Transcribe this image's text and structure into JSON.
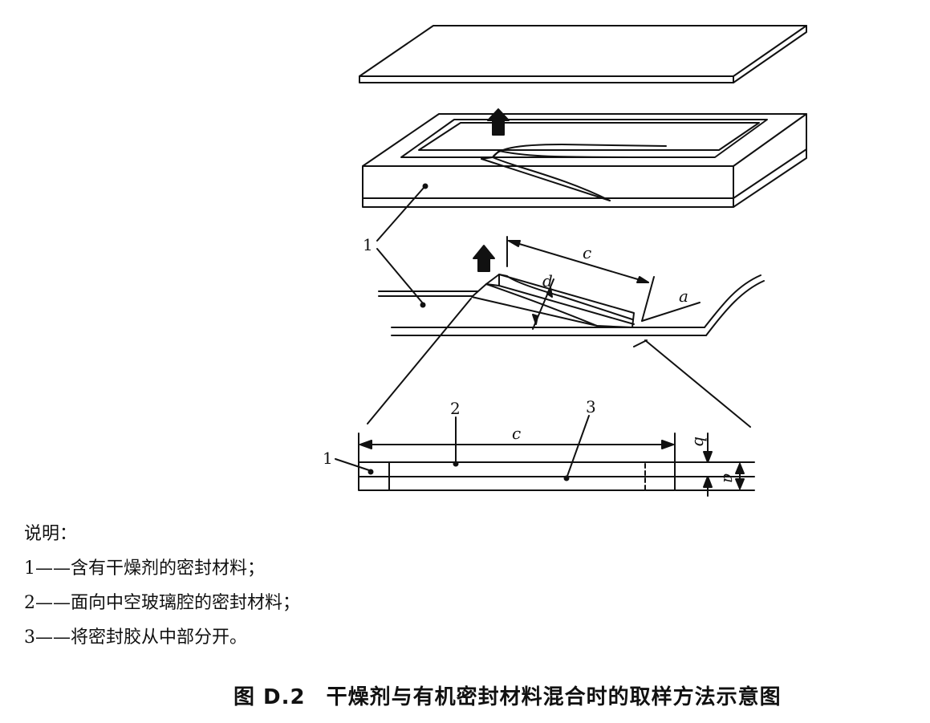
{
  "labels": {
    "one_a": "1",
    "one_b": "1",
    "two": "2",
    "three": "3",
    "c_top": "c",
    "c_bottom": "c",
    "d": "d",
    "a_top": "a",
    "a_bottom": "a",
    "b": "b"
  },
  "legend": {
    "title": "说明：",
    "items": [
      "1——含有干燥剂的密封材料；",
      "2——面向中空玻璃腔的密封材料；",
      "3——将密封胶从中部分开。"
    ]
  },
  "caption": {
    "number": "图 D.2",
    "title": "干燥剂与有机密封材料混合时的取样方法示意图"
  }
}
